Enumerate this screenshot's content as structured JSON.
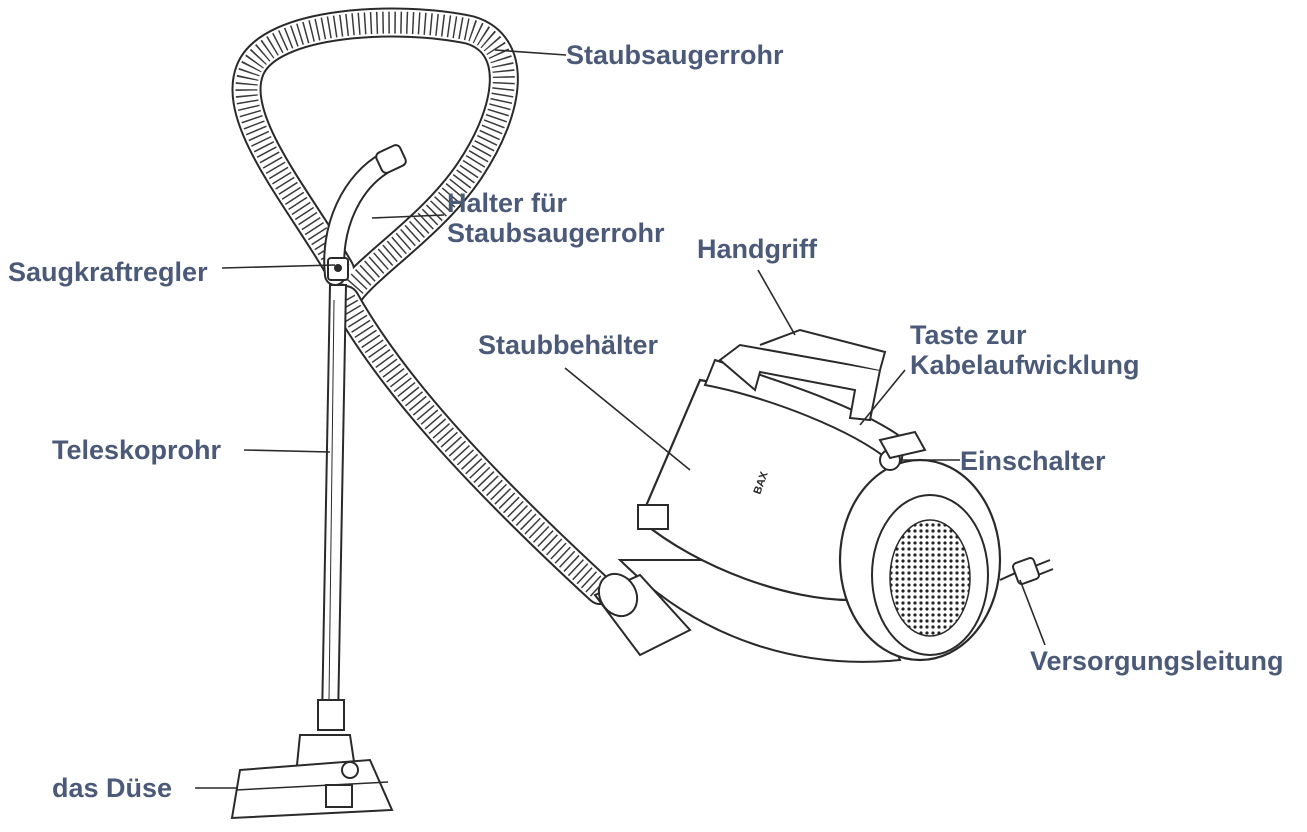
{
  "labels": {
    "hose": "Staubsaugerrohr",
    "hose_holder_line1": "Halter für",
    "hose_holder_line2": "Staubsaugerrohr",
    "suction_regulator": "Saugkraftregler",
    "handle": "Handgriff",
    "dust_container": "Staubbehälter",
    "cord_rewind_line1": "Taste zur",
    "cord_rewind_line2": "Kabelaufwicklung",
    "telescopic_tube": "Teleskoprohr",
    "power_switch": "Einschalter",
    "power_cord": "Versorgungsleitung",
    "nozzle": "das Düse"
  },
  "device_brand": "BAX",
  "colors": {
    "label": "#4b5a78",
    "line": "#2a2a2a",
    "fill": "#ffffff"
  }
}
